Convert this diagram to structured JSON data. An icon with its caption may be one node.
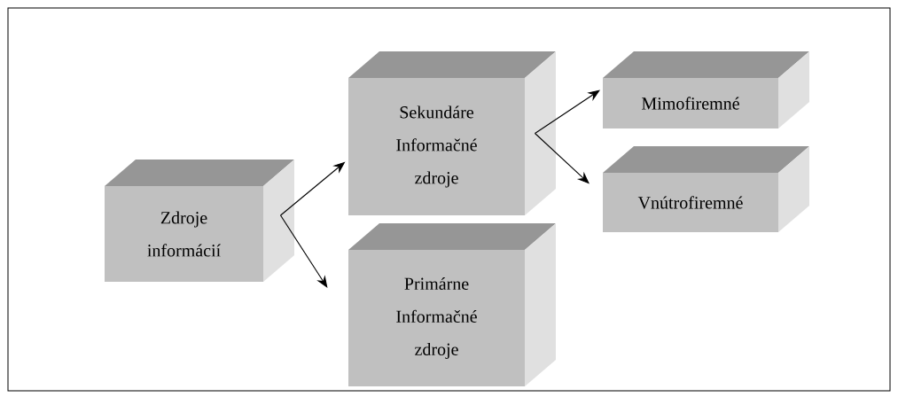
{
  "diagram": {
    "nodes": [
      {
        "text": [
          "Zdroje informácií"
        ]
      },
      {
        "text": [
          "Sekundáre Informačné zdroje"
        ]
      },
      {
        "text": [
          "Primárne Informačné zdroje"
        ]
      },
      {
        "text": [
          "Mimofiremné"
        ]
      },
      {
        "text": [
          "Vnútrofiremné"
        ]
      }
    ],
    "edges": [
      {
        "from": 0,
        "to": 1,
        "arrow": "to"
      },
      {
        "from": 0,
        "to": 2,
        "arrow": "to"
      },
      {
        "from": 1,
        "to": 3,
        "arrow": "to"
      },
      {
        "from": 1,
        "to": 4,
        "arrow": "to"
      }
    ]
  }
}
